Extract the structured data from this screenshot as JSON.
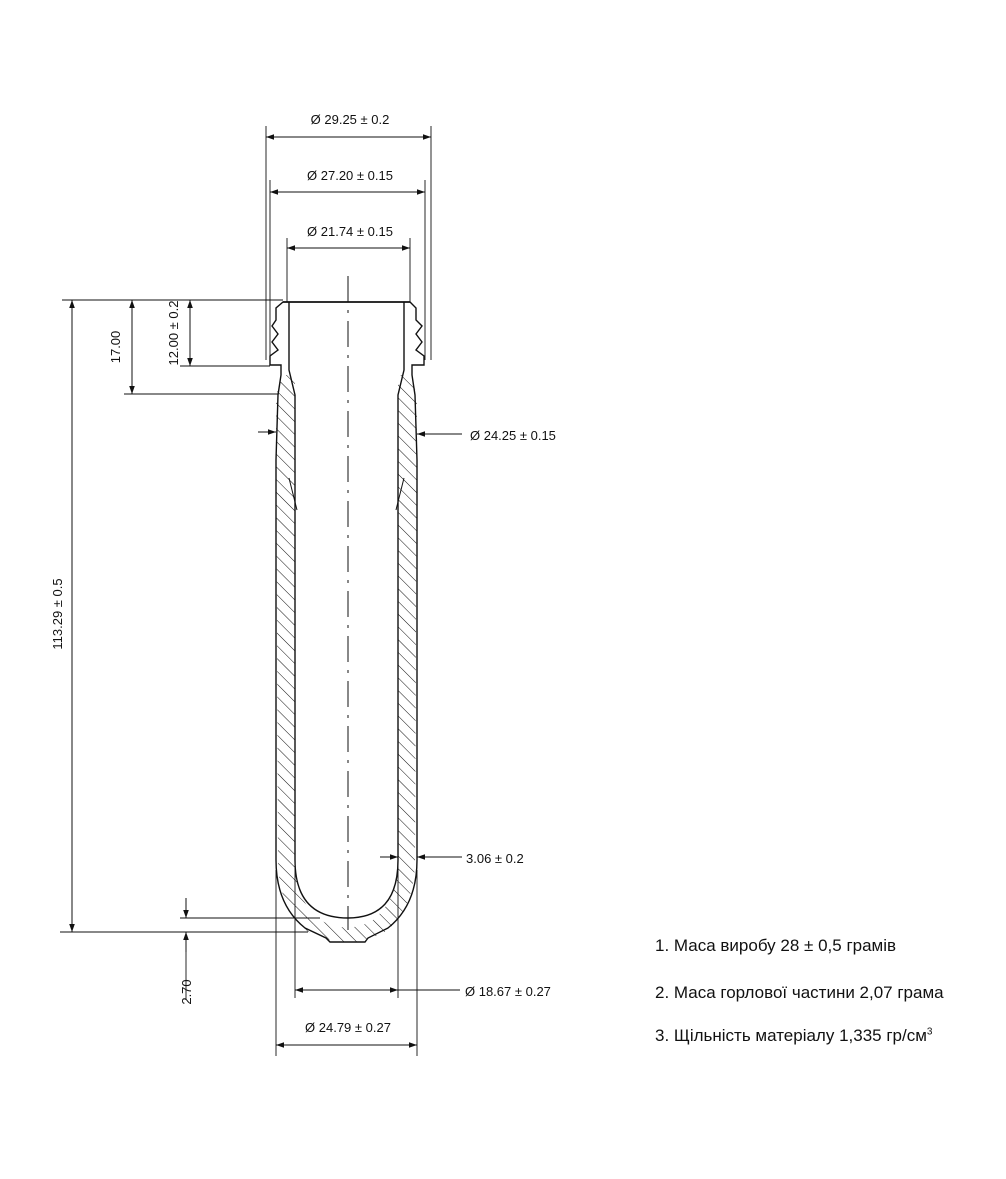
{
  "dimensions": {
    "d_thread_outer": "Ø 29.25 ± 0.2",
    "d_thread_root": "Ø 27.20 ± 0.15",
    "d_neck_inner": "Ø 21.74 ± 0.15",
    "h_neck_finish": "12.00 ± 0.2",
    "h_support_ring": "17.00",
    "h_total": "113.29 ± 0.5",
    "d_body_upper": "Ø 24.25 ± 0.15",
    "wall_thickness": "3.06 ± 0.2",
    "h_bottom": "2.70",
    "d_body_inner": "Ø 18.67 ± 0.27",
    "d_body_outer": "Ø 24.79 ± 0.27"
  },
  "notes": {
    "n1": "1. Маса виробу 28 ± 0,5 грамів",
    "n2": "2. Маса горлової частини 2,07 грама",
    "n3_main": "3. Щільність матеріалу 1,335 гр/см",
    "n3_sup": "3"
  }
}
